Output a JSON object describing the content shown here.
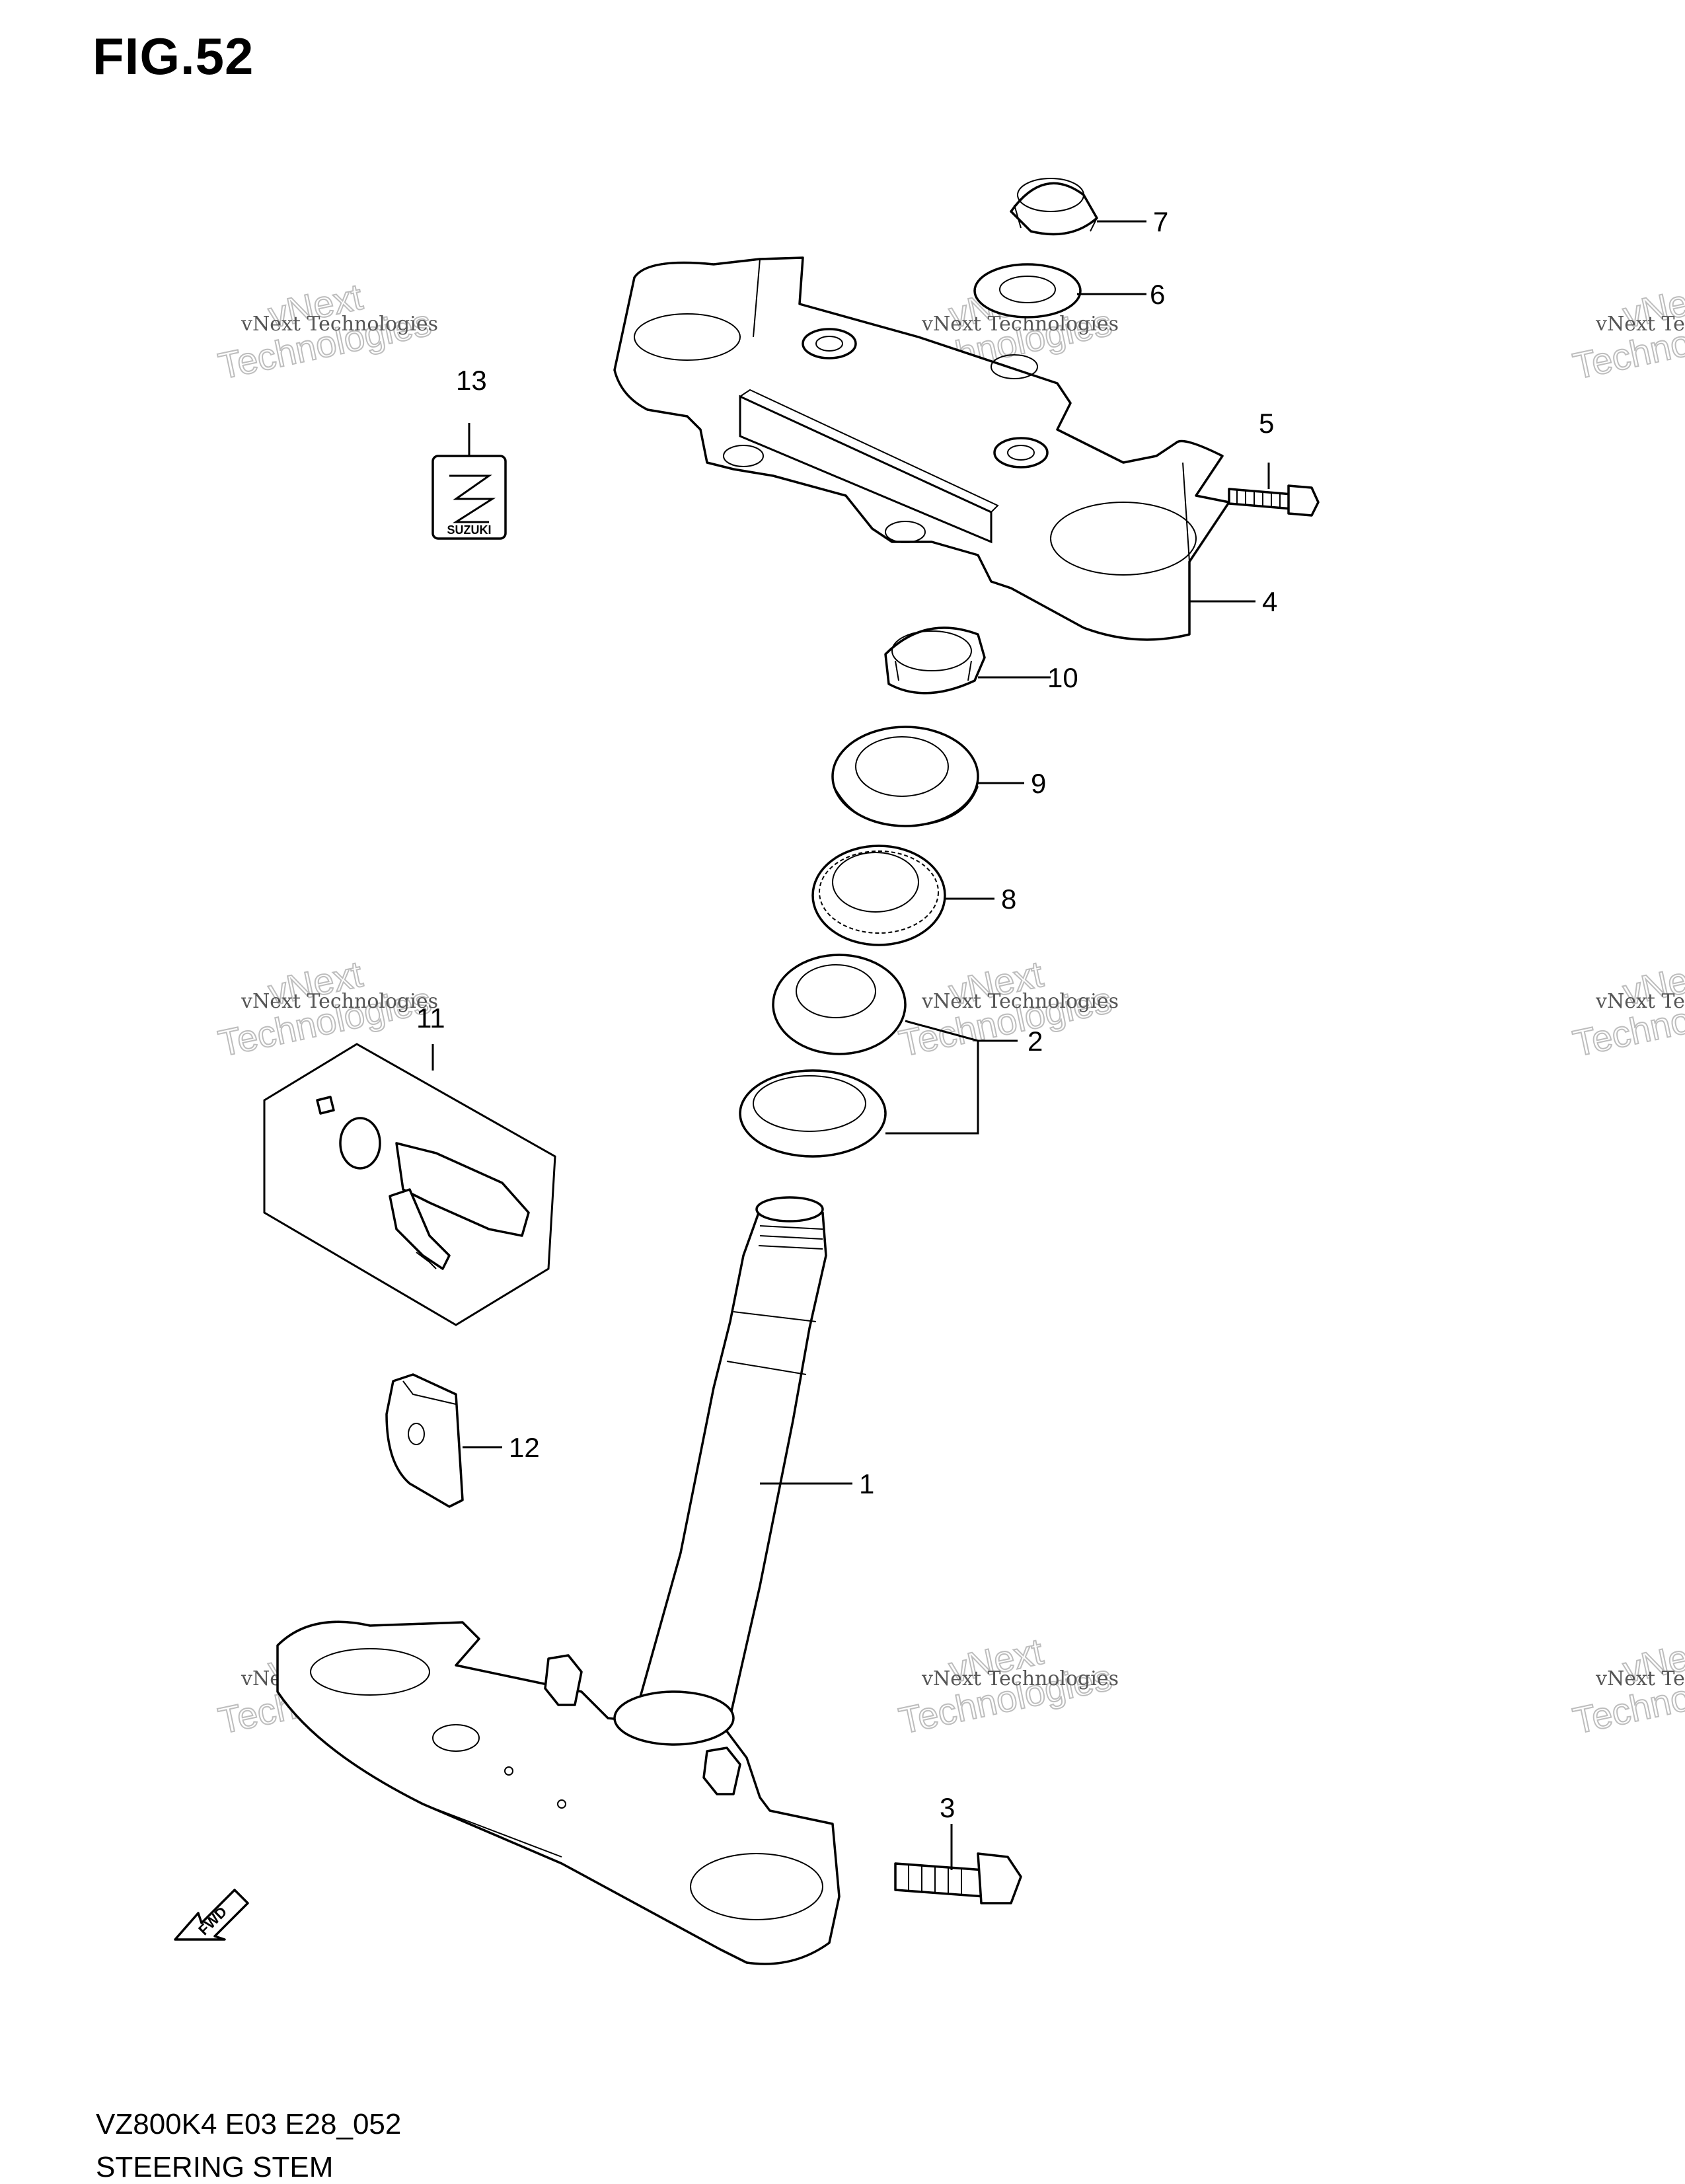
{
  "figure": {
    "title": "FIG.52",
    "model_code": "VZ800K4 E03 E28_052",
    "section_name": "STEERING STEM"
  },
  "callouts": [
    "1",
    "2",
    "3",
    "4",
    "5",
    "6",
    "7",
    "8",
    "9",
    "10",
    "11",
    "12",
    "13"
  ],
  "fwd_label": "FWD",
  "emblem_label": "SUZUKI",
  "watermark": {
    "line1": "vNext Technologies",
    "line2": "vNext",
    "line3": "Technologies"
  }
}
